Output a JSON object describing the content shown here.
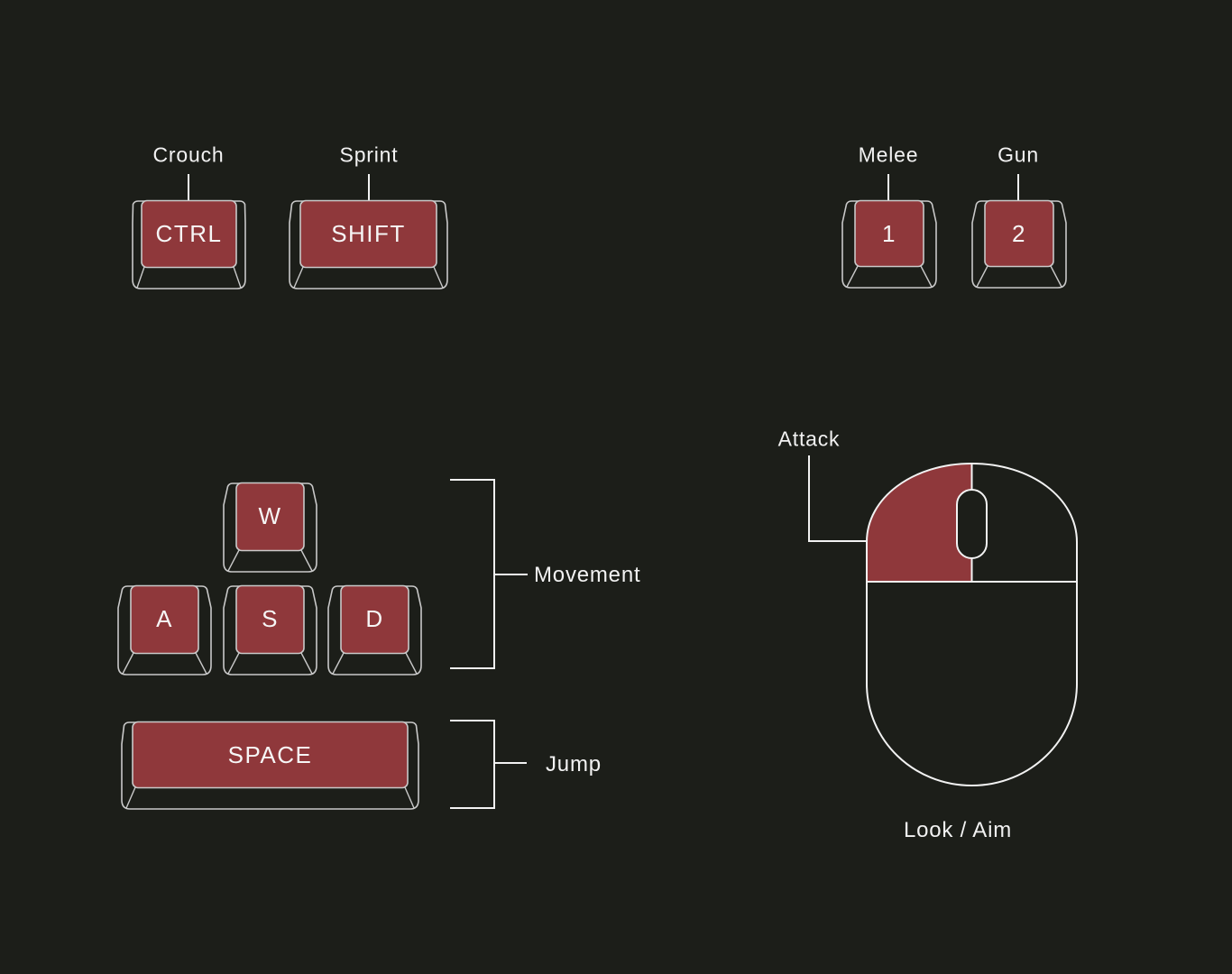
{
  "colors": {
    "background": "#1c1e19",
    "key_red": "#8f383b",
    "key_outline": "#c9c9c9",
    "line": "#f2f2f2",
    "text": "#f2f2f2"
  },
  "bindings": {
    "crouch": {
      "key": "CTRL",
      "action": "Crouch"
    },
    "sprint": {
      "key": "SHIFT",
      "action": "Sprint"
    },
    "melee": {
      "key": "1",
      "action": "Melee"
    },
    "gun": {
      "key": "2",
      "action": "Gun"
    },
    "movement": {
      "action": "Movement",
      "keys": [
        "W",
        "A",
        "S",
        "D"
      ]
    },
    "jump": {
      "key": "SPACE",
      "action": "Jump"
    },
    "attack": {
      "device": "mouse-left-button",
      "action": "Attack"
    },
    "look": {
      "device": "mouse",
      "action": "Look / Aim"
    }
  }
}
